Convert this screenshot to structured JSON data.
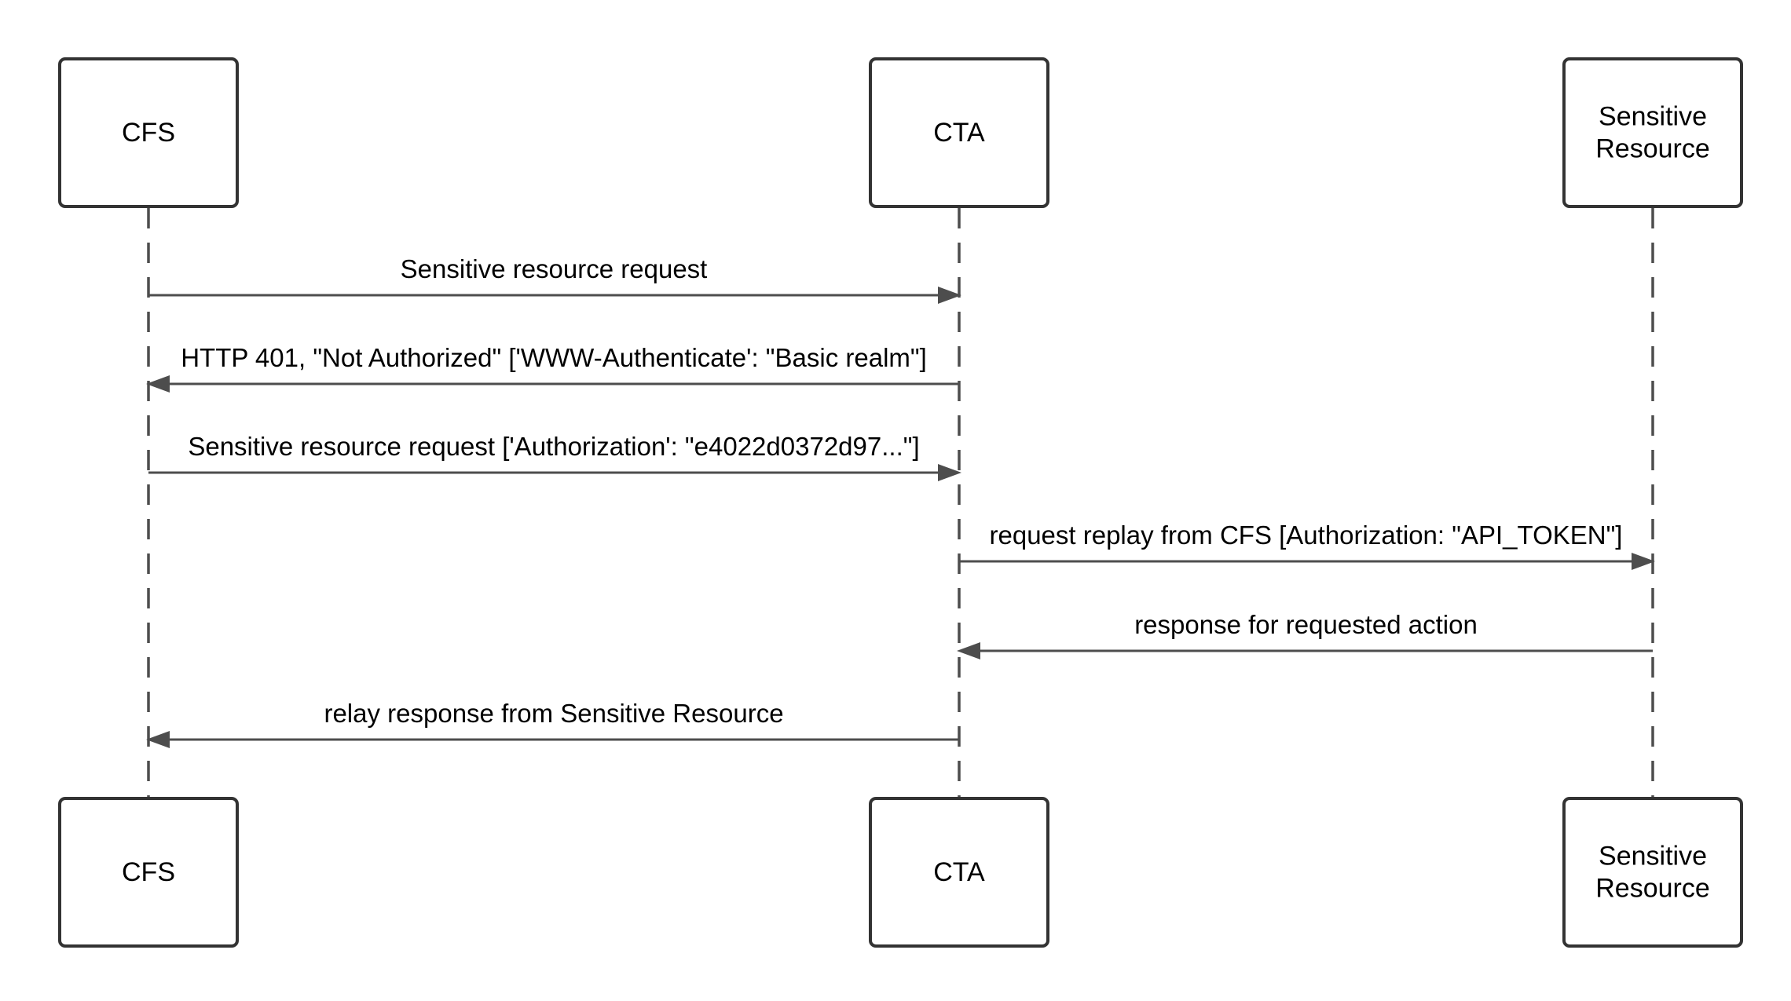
{
  "diagram": {
    "participants": [
      {
        "id": "cfs",
        "lines": [
          "CFS"
        ]
      },
      {
        "id": "cta",
        "lines": [
          "CTA"
        ]
      },
      {
        "id": "sensitive_resource",
        "lines": [
          "Sensitive",
          "Resource"
        ]
      }
    ],
    "messages": [
      {
        "from": "cfs",
        "to": "cta",
        "label": "Sensitive resource request"
      },
      {
        "from": "cta",
        "to": "cfs",
        "label": "HTTP 401, \"Not Authorized\" ['WWW-Authenticate': \"Basic realm\"]"
      },
      {
        "from": "cfs",
        "to": "cta",
        "label": "Sensitive resource request ['Authorization': \"e4022d0372d97...\"]"
      },
      {
        "from": "cta",
        "to": "sensitive_resource",
        "label": "request replay from CFS [Authorization: \"API_TOKEN\"]"
      },
      {
        "from": "sensitive_resource",
        "to": "cta",
        "label": "response for requested action"
      },
      {
        "from": "cta",
        "to": "cfs",
        "label": "relay response from Sensitive Resource"
      }
    ]
  }
}
